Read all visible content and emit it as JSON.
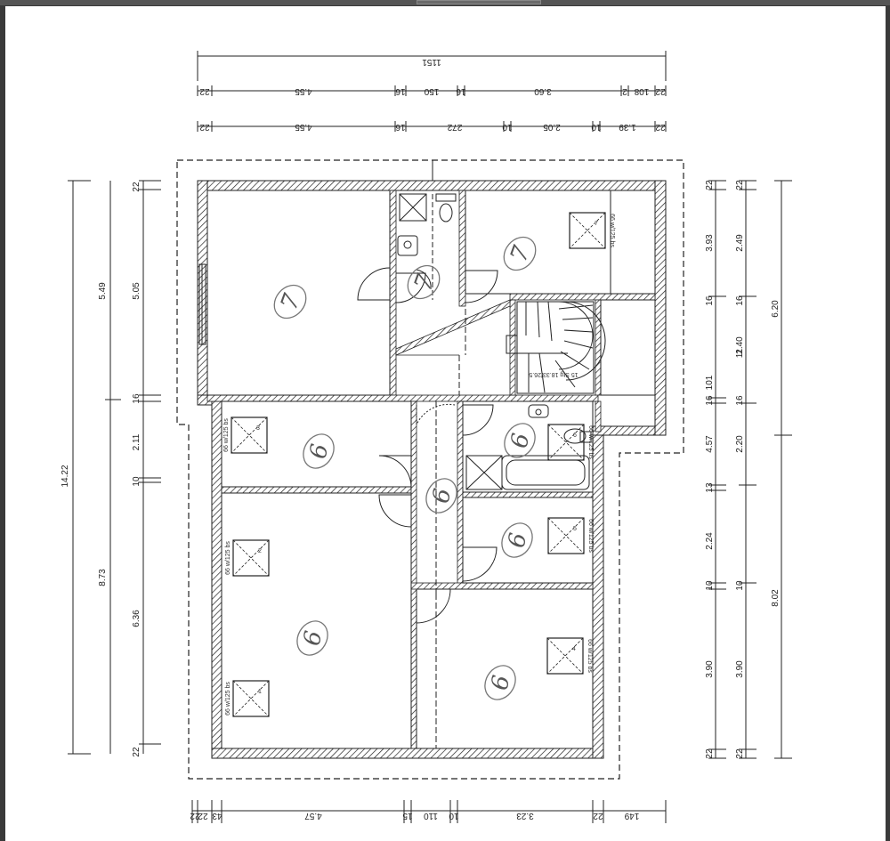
{
  "dimensions": {
    "top_overall": "1151",
    "top_row1": [
      "22",
      "4.55",
      "16",
      "150",
      "16",
      "3.60",
      "2",
      "108",
      "22"
    ],
    "top_row2": [
      "22",
      "4.55",
      "16",
      "272",
      "10",
      "2.05",
      "10",
      "1.39",
      "22"
    ],
    "left_overall": "14.22",
    "left_a": [
      "5.49",
      "8.73"
    ],
    "left_b": [
      "5.05",
      "16",
      "2.11",
      "10",
      "6.36",
      "22"
    ],
    "left_c_top": "22",
    "right_a": [
      "22",
      "3.93",
      "16",
      "101",
      "16",
      "4.57",
      "13",
      "2.24",
      "10",
      "3.90",
      "22"
    ],
    "right_b": [
      "22",
      "2.49",
      "16",
      "2.40",
      "11",
      "16",
      "2.20",
      "10",
      "3.90",
      "22"
    ],
    "right_c": [
      "6.20",
      "8.02"
    ],
    "bottom_row": [
      "22",
      "43",
      "22",
      "4.57",
      "15",
      "110",
      "10",
      "3.23",
      "22",
      "149"
    ]
  },
  "room_marks": [
    "7",
    "7",
    "7",
    "6",
    "6",
    "6",
    "6",
    "6",
    "6"
  ],
  "windows": [
    "1",
    "2",
    "3",
    "4",
    "5",
    "6",
    "7"
  ],
  "window_size_text": "66 w/125 bs",
  "stair_label": "15 Stg 18.33/26.5"
}
